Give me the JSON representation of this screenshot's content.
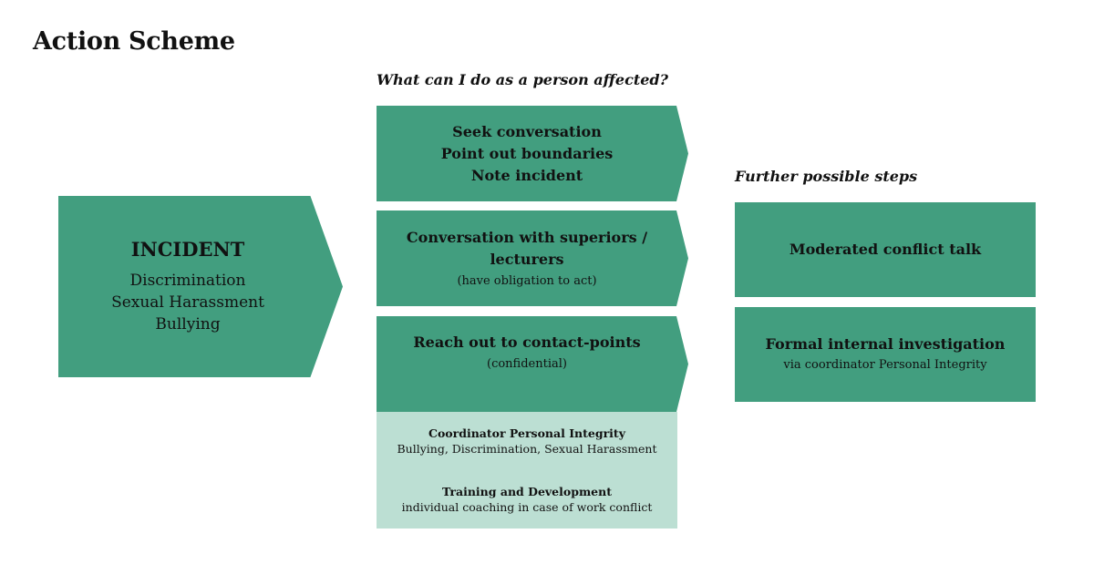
{
  "title": "Action Scheme",
  "colors": {
    "primary_green": "#429e7f",
    "light_green": "#bcdfd3",
    "text": "#111111"
  },
  "incident": {
    "label": "INCIDENT",
    "items": [
      "Discrimination",
      "Sexual Harassment",
      "Bullying"
    ]
  },
  "affected": {
    "heading": "What can I do as a person affected?",
    "actions": [
      {
        "lines": [
          "Seek conversation",
          "Point out boundaries",
          "Note incident"
        ]
      },
      {
        "lines": [
          "Conversation with superiors /",
          "lecturers"
        ],
        "note": "(have obligation to act)"
      },
      {
        "lines": [
          "Reach out to contact-points"
        ],
        "note": "(confidential)"
      }
    ],
    "contact_points": [
      {
        "name": "Coordinator Personal Integrity",
        "description": "Bullying, Discrimination, Sexual Harassment"
      },
      {
        "name": "Training and Development",
        "description": "individual coaching in case of work conflict"
      }
    ]
  },
  "further": {
    "heading": "Further possible steps",
    "steps": [
      {
        "label": "Moderated conflict talk"
      },
      {
        "label": "Formal internal investigation",
        "note": "via coordinator Personal Integrity"
      }
    ]
  }
}
